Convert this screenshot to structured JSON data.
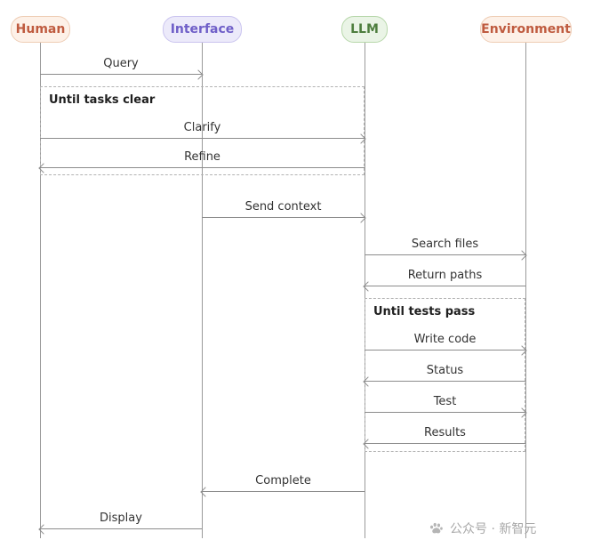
{
  "diagram": {
    "type": "sequence-diagram",
    "actors": [
      {
        "id": "human",
        "label": "Human",
        "text_color": "#bf5b3f",
        "bg": "#fdf1e8",
        "border": "#eecdb5"
      },
      {
        "id": "interface",
        "label": "Interface",
        "text_color": "#6f5fc8",
        "bg": "#eceafa",
        "border": "#cac4ef"
      },
      {
        "id": "llm",
        "label": "LLM",
        "text_color": "#4e7e3e",
        "bg": "#eaf4e6",
        "border": "#b7d7aa"
      },
      {
        "id": "environment",
        "label": "Environment",
        "text_color": "#bf5b3f",
        "bg": "#fdf1e8",
        "border": "#eecdb5"
      }
    ],
    "loops": [
      {
        "label": "Until tasks clear",
        "from": "human",
        "to": "llm"
      },
      {
        "label": "Until tests pass",
        "from": "llm",
        "to": "environment"
      }
    ],
    "messages": [
      {
        "label": "Query",
        "from": "human",
        "to": "interface"
      },
      {
        "label": "Clarify",
        "from": "human",
        "to": "llm"
      },
      {
        "label": "Refine",
        "from": "llm",
        "to": "human"
      },
      {
        "label": "Send context",
        "from": "interface",
        "to": "llm"
      },
      {
        "label": "Search files",
        "from": "llm",
        "to": "environment"
      },
      {
        "label": "Return paths",
        "from": "environment",
        "to": "llm"
      },
      {
        "label": "Write code",
        "from": "llm",
        "to": "environment"
      },
      {
        "label": "Status",
        "from": "environment",
        "to": "llm"
      },
      {
        "label": "Test",
        "from": "llm",
        "to": "environment"
      },
      {
        "label": "Results",
        "from": "environment",
        "to": "llm"
      },
      {
        "label": "Complete",
        "from": "llm",
        "to": "interface"
      },
      {
        "label": "Display",
        "from": "interface",
        "to": "human"
      }
    ],
    "line_color": "#8c8c8c"
  },
  "watermark": {
    "icon": "paw-icon",
    "text": "公众号 · 新智元",
    "color": "#a8a8a8"
  }
}
